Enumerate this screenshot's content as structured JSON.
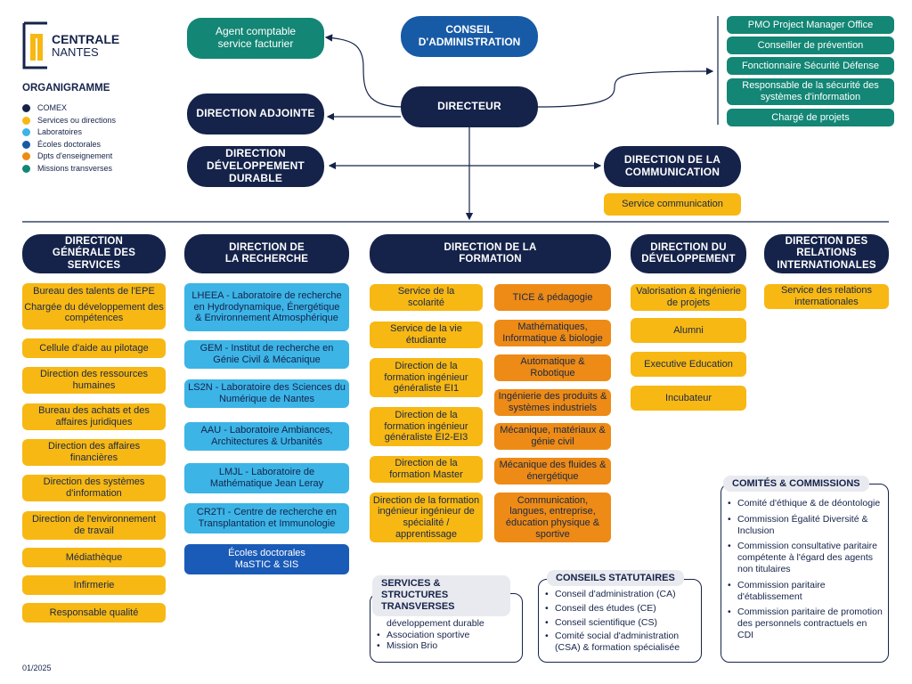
{
  "logo": {
    "line1": "CENTRALE",
    "line2": "NANTES"
  },
  "title": "ORGANIGRAMME",
  "legend": [
    {
      "label": "COMEX",
      "color": "#15234a"
    },
    {
      "label": "Services ou directions",
      "color": "#f7b814"
    },
    {
      "label": "Laboratoires",
      "color": "#3cb4e6"
    },
    {
      "label": "Écoles doctorales",
      "color": "#175aa6"
    },
    {
      "label": "Dpts d'enseignement",
      "color": "#ed8b16"
    },
    {
      "label": "Missions transverses",
      "color": "#138675"
    }
  ],
  "top": {
    "agent": "Agent comptable service facturier",
    "conseil": "CONSEIL D'ADMINISTRATION",
    "directeur": "DIRECTEUR",
    "adjointe": "DIRECTION ADJOINTE",
    "dev_durable": "DIRECTION DÉVELOPPEMENT DURABLE",
    "communication": "DIRECTION DE LA COMMUNICATION",
    "service_com": "Service communication"
  },
  "missions": [
    "PMO Project Manager Office",
    "Conseiller de prévention",
    "Fonctionnaire Sécurité Défense",
    "Responsable de la sécurité des systèmes d'information",
    "Chargé de projets"
  ],
  "dgs": {
    "title": "DIRECTION GÉNÉRALE DES SERVICES",
    "epe": "Bureau des talents de l'EPE",
    "epe2": "Chargée du développement des compétences",
    "items": [
      "Cellule d'aide au pilotage",
      "Direction des ressources humaines",
      "Bureau des achats et des affaires juridiques",
      "Direction des affaires financières",
      "Direction des systèmes d'information",
      "Direction de l'environnement de travail",
      "Médiathèque",
      "Infirmerie",
      "Responsable qualité"
    ]
  },
  "recherche": {
    "title": "DIRECTION DE LA RECHERCHE",
    "labs": [
      "LHEEA - Laboratoire de recherche en Hydrodynamique, Énergétique & Environnement Atmosphérique",
      "GEM - Institut de recherche en Génie Civil & Mécanique",
      "LS2N - Laboratoire des Sciences du Numérique de Nantes",
      "AAU - Laboratoire Ambiances, Architectures & Urbanités",
      "LMJL - Laboratoire de Mathématique Jean Leray",
      "CR2TI - Centre de recherche en Transplantation et Immunologie"
    ],
    "ecoles": "Écoles doctorales MaSTIC & SIS"
  },
  "formation": {
    "title": "DIRECTION DE LA FORMATION",
    "services": [
      "Service de la scolarité",
      "Service de la vie étudiante",
      "Direction de la formation ingénieur généraliste EI1",
      "Direction de la formation ingénieur généraliste EI2-EI3",
      "Direction de la formation Master",
      "Direction de la formation ingénieur ingénieur de spécialité / apprentissage"
    ],
    "depts": [
      "TICE & pédagogie",
      "Mathématiques, Informatique & biologie",
      "Automatique & Robotique",
      "Ingénierie des produits & systèmes industriels",
      "Mécanique, matériaux & génie civil",
      "Mécanique des fluides & énergétique",
      "Communication, langues, entreprise, éducation physique & sportive"
    ]
  },
  "developpement": {
    "title": "DIRECTION DU DÉVELOPPEMENT",
    "items": [
      "Valorisation & ingénierie de projets",
      "Alumni",
      "Executive Education",
      "Incubateur"
    ]
  },
  "international": {
    "title": "DIRECTION DES RELATIONS INTERNATIONALES",
    "items": [
      "Service des relations internationales"
    ]
  },
  "services_structures": {
    "title": "SERVICES & STRUCTURES TRANSVERSES",
    "items": [
      "Réseau des référents développement durable",
      "Association sportive",
      "Mission Brio"
    ]
  },
  "conseils": {
    "title": "CONSEILS STATUTAIRES",
    "items": [
      "Conseil d'administration (CA)",
      "Conseil des études (CE)",
      "Conseil scientifique (CS)",
      "Comité social d'administration (CSA) & formation spécialisée"
    ]
  },
  "comites": {
    "title": "COMITÉS & COMMISSIONS",
    "items": [
      "Comité d'éthique & de déontologie",
      "Commission Égalité Diversité & Inclusion",
      "Commission consultative paritaire compétente à l'égard des agents non titulaires",
      "Commission paritaire d'établissement",
      "Commission paritaire de promotion des personnels contractuels en CDI"
    ]
  },
  "date": "01/2025"
}
